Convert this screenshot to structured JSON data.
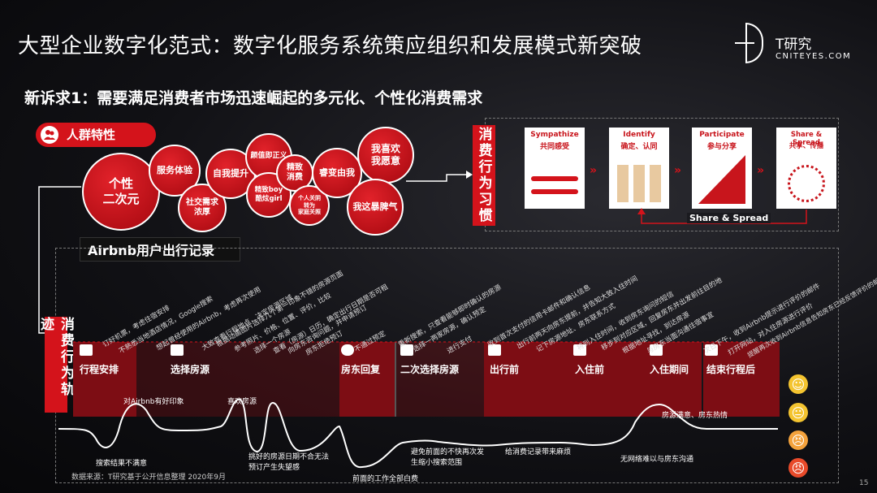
{
  "title": "大型企业数字化范式：数字化服务系统策应组织和发展模式新突破",
  "brand": {
    "cn": "T研究",
    "en": "CNITEYES.COM"
  },
  "subtitle": "新诉求1：需要满足消费者市场迅速崛起的多元化、个性化消费需求",
  "crowd_label": "人群特性",
  "bubbles": [
    "个性\n二次元",
    "服务体验",
    "社交需求\n浓厚",
    "自我提升",
    "颜值即正义",
    "精致boy\n酷炫girl",
    "精致\n消费",
    "个人关阴\n转为\n家庭关照",
    "睿变由我",
    "我喜欢\n我愿意",
    "我这暴脾气"
  ],
  "airbnb_label": "Airbnb用户出行记录",
  "habit_label": "消费行为习惯",
  "track_label": "消费行为轨迹",
  "habit_cards": [
    {
      "en": "Sympathize",
      "cn": "共同感受"
    },
    {
      "en": "Identify",
      "cn": "确定、认同"
    },
    {
      "en": "Participate",
      "cn": "参与分享"
    },
    {
      "en": "Share & Spread",
      "cn": "共享、传播"
    }
  ],
  "share_spread": "Share & Spread",
  "stages": [
    "行程安排",
    "选择房源",
    "房东回复",
    "二次选择房源",
    "出行前",
    "入住前",
    "入住期间",
    "结束行程后"
  ],
  "diag_notes": [
    "订好机票，考虑住宿安排",
    "不熟悉当地酒店情况，Google搜索",
    "想起曾经使用的Airbnb，考虑再次使用",
    "大致查看行程地点，决定房源区域",
    "根据动画图片选择几个第一印象不错的房源页面",
    "参考照片、价格、位置、评价，比较",
    "选择一个房源",
    "查看（房源）日历，确定出行日期是否可租",
    "向房东咨询问题，并申请预订",
    "房东拒绝预订",
    "不通过预定",
    "重新搜索，只查看能够即时确认的房源",
    "选择一两家房源，确认预定",
    "进行支付",
    "收到首次支付的信用卡邮件和确认信息",
    "出行前两天向房东提前，并告知大致入住时间",
    "记下房源地址、房东联系方式",
    "将到入住时间，收到房东询问的短信",
    "移步到对应区域，回复房东并出发前往目的地",
    "根据地址寻找，到达房源",
    "与房东当面沟通住宿事宜",
    "次日下午，收到Airbnb提示进行评价的邮件",
    "打开网站，对入住房源进行评价",
    "提醒再次收到Airbnb信息告知房东已经反馈评价的邮件"
  ],
  "curve_notes": [
    "对Airbnb有好印象",
    "搜索结果不满意",
    "喜欢房源",
    "挑好的房源日期不合无法预订产生失望感",
    "前面的工作全部白费",
    "避免前面的不快再次发生缩小搜索范围",
    "给消费记录带来麻烦",
    "无网络难以与房东沟通",
    "房源满意、房东热情"
  ],
  "source": "数据来源：T研究基于公开信息整理  2020年9月",
  "page_number": "15",
  "colors": {
    "accent": "#d4131b",
    "stage_bg": "#7d0d14"
  }
}
